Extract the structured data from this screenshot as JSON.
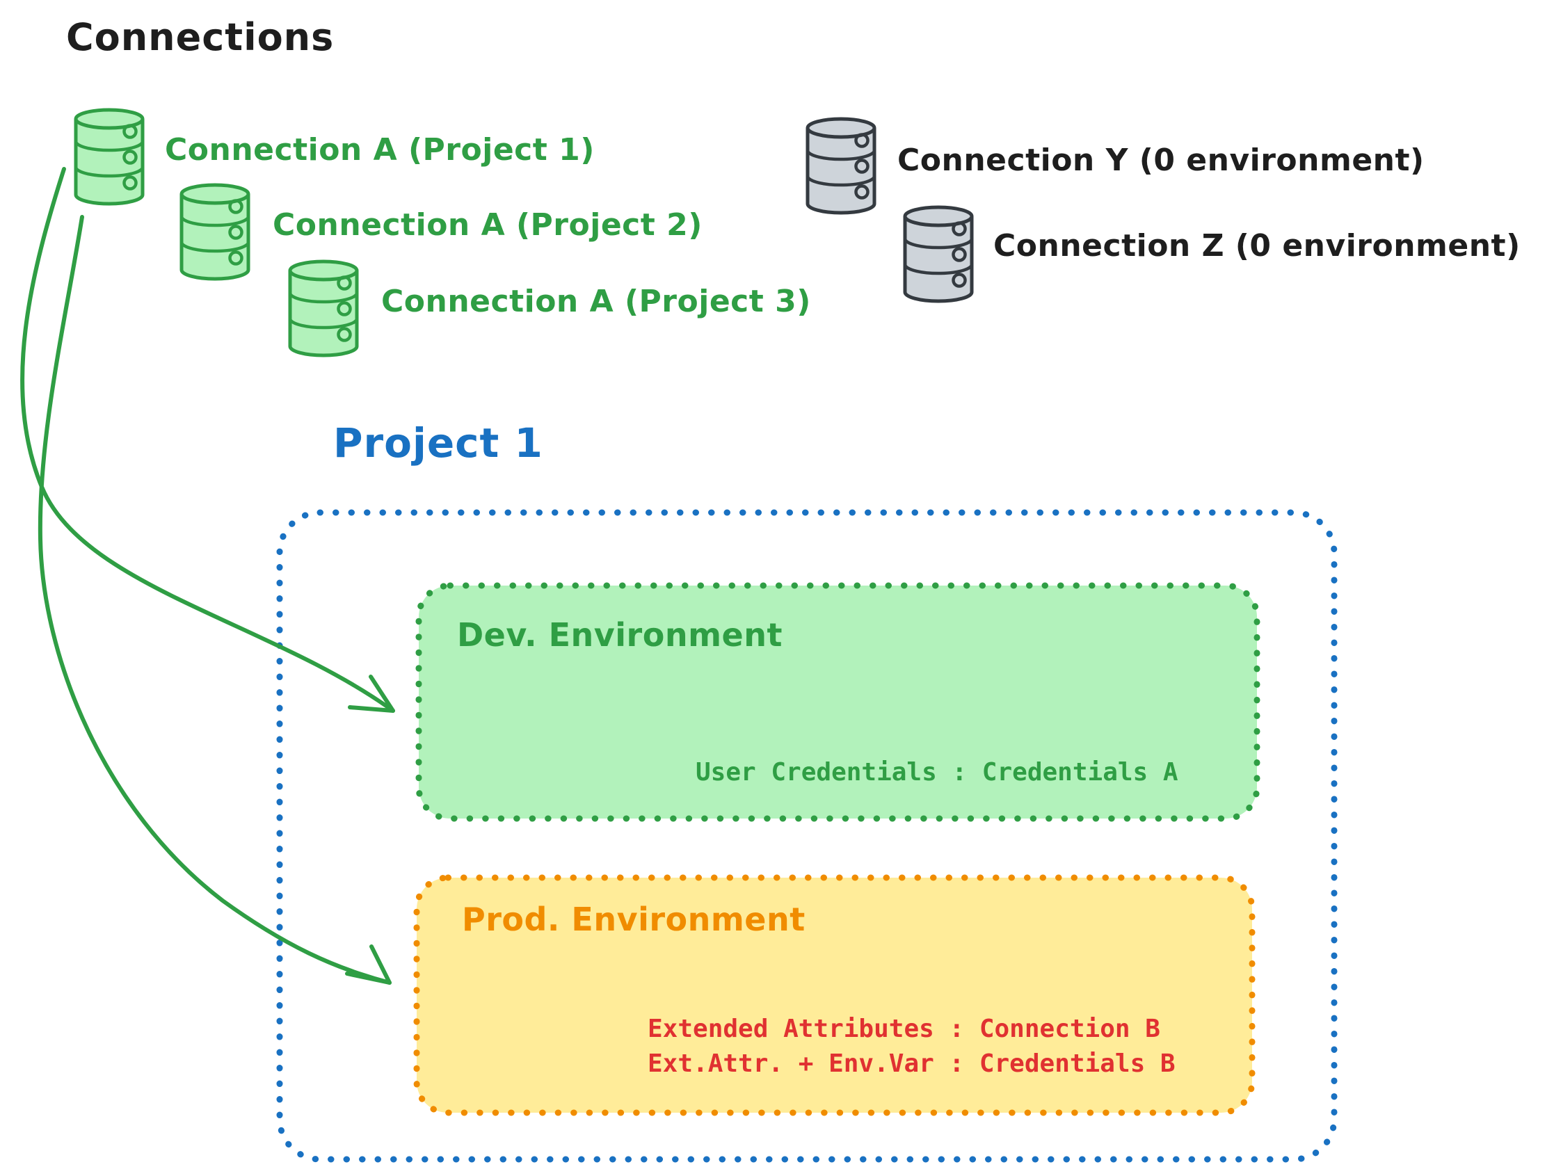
{
  "title": "Connections",
  "connections": {
    "green": [
      {
        "label": "Connection A (Project 1)"
      },
      {
        "label": "Connection A (Project 2)"
      },
      {
        "label": "Connection A (Project 3)"
      }
    ],
    "gray": [
      {
        "label": "Connection Y (0 environment)"
      },
      {
        "label": "Connection Z (0 environment)"
      }
    ]
  },
  "project": {
    "title": "Project 1",
    "dev": {
      "title": "Dev. Environment",
      "credentials": "User Credentials : Credentials A"
    },
    "prod": {
      "title": "Prod. Environment",
      "lines": [
        "Extended Attributes : Connection B",
        "Ext.Attr. + Env.Var : Credentials B"
      ]
    }
  },
  "colors": {
    "green": "#2f9e44",
    "green_fill": "#b2f2bb",
    "blue": "#1971c2",
    "orange": "#f08c00",
    "yellow_fill": "#ffec99",
    "red": "#e03131",
    "black": "#1e1e1e",
    "gray_fill": "#ced4da",
    "gray_stroke": "#343a40"
  }
}
